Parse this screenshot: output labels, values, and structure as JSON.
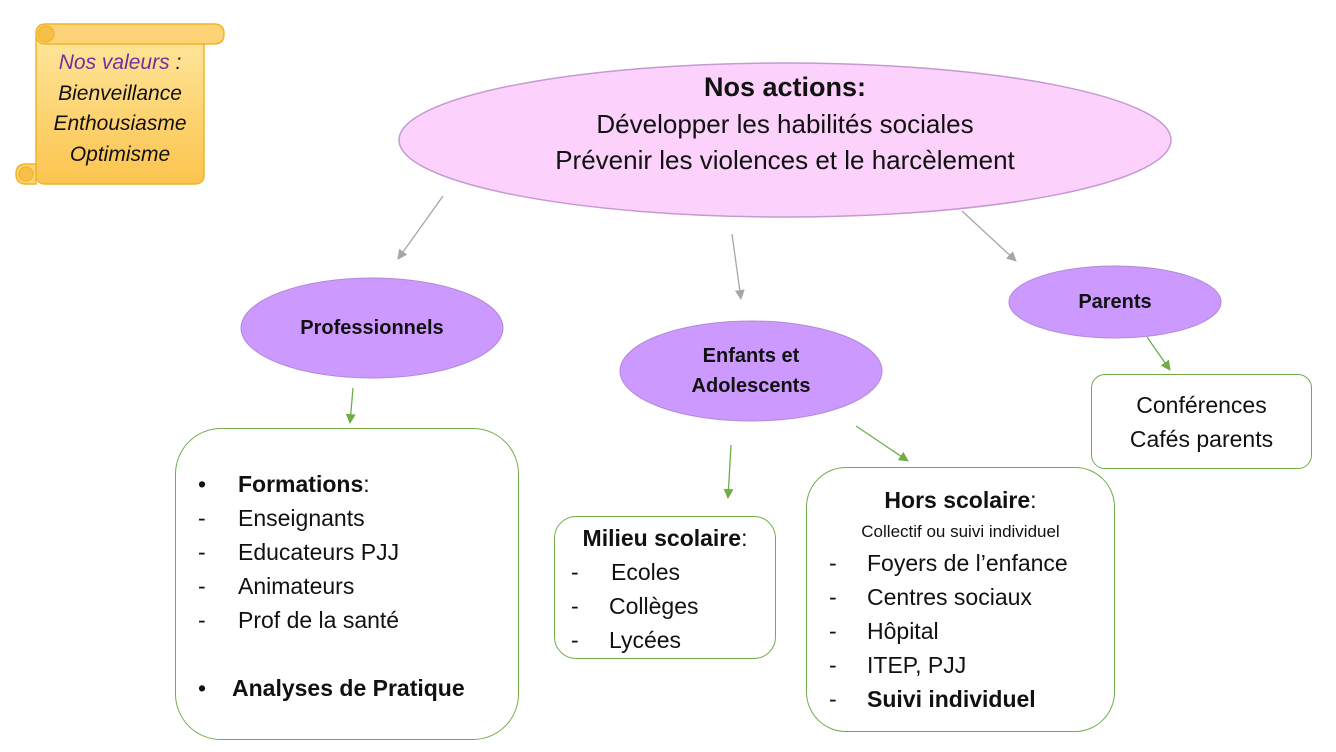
{
  "values_scroll": {
    "title": "Nos valeurs",
    "title_suffix": " :",
    "items": [
      "Bienveillance",
      "Enthousiasme",
      "Optimisme"
    ]
  },
  "main": {
    "title": "Nos actions:",
    "lines": [
      "Développer les habilités sociales",
      "Prévenir les violences et le harcèlement"
    ]
  },
  "nodes": {
    "professionnels": "Professionnels",
    "enfants_line1": "Enfants et",
    "enfants_line2": "Adolescents",
    "parents": "Parents"
  },
  "professionnels_box": {
    "bullet": "•",
    "dash": "-",
    "formations_label": "Formations",
    "formations_suffix": ":",
    "items": [
      "Enseignants",
      "Educateurs PJJ",
      "Animateurs",
      "Prof de la santé"
    ],
    "analyses_label": "Analyses de Pratique"
  },
  "milieu_box": {
    "title": "Milieu scolaire",
    "title_suffix": ":",
    "dash": "-",
    "items": [
      "Ecoles",
      "Collèges",
      "Lycées"
    ]
  },
  "hors_box": {
    "title": "Hors scolaire",
    "title_suffix": ":",
    "subtitle": "Collectif ou suivi individuel",
    "dash": "-",
    "items": [
      "Foyers de l’enfance",
      "Centres sociaux",
      "Hôpital",
      "ITEP, PJJ"
    ],
    "bold_item": "Suivi individuel"
  },
  "parents_box": {
    "items": [
      "Conférences",
      "Cafés parents"
    ]
  },
  "colors": {
    "main_ellipse": "#fcd2fc",
    "main_ellipse_stroke": "#c49ad0",
    "node_fill": "#cc99ff",
    "node_stroke": "#b18ad8",
    "box_border": "#70ad47",
    "arrow_gray": "#a6a6a6",
    "arrow_green": "#70ad47",
    "scroll_fill": "#fdd377",
    "scroll_stroke": "#f0b429",
    "scroll_title": "#7030a0"
  }
}
